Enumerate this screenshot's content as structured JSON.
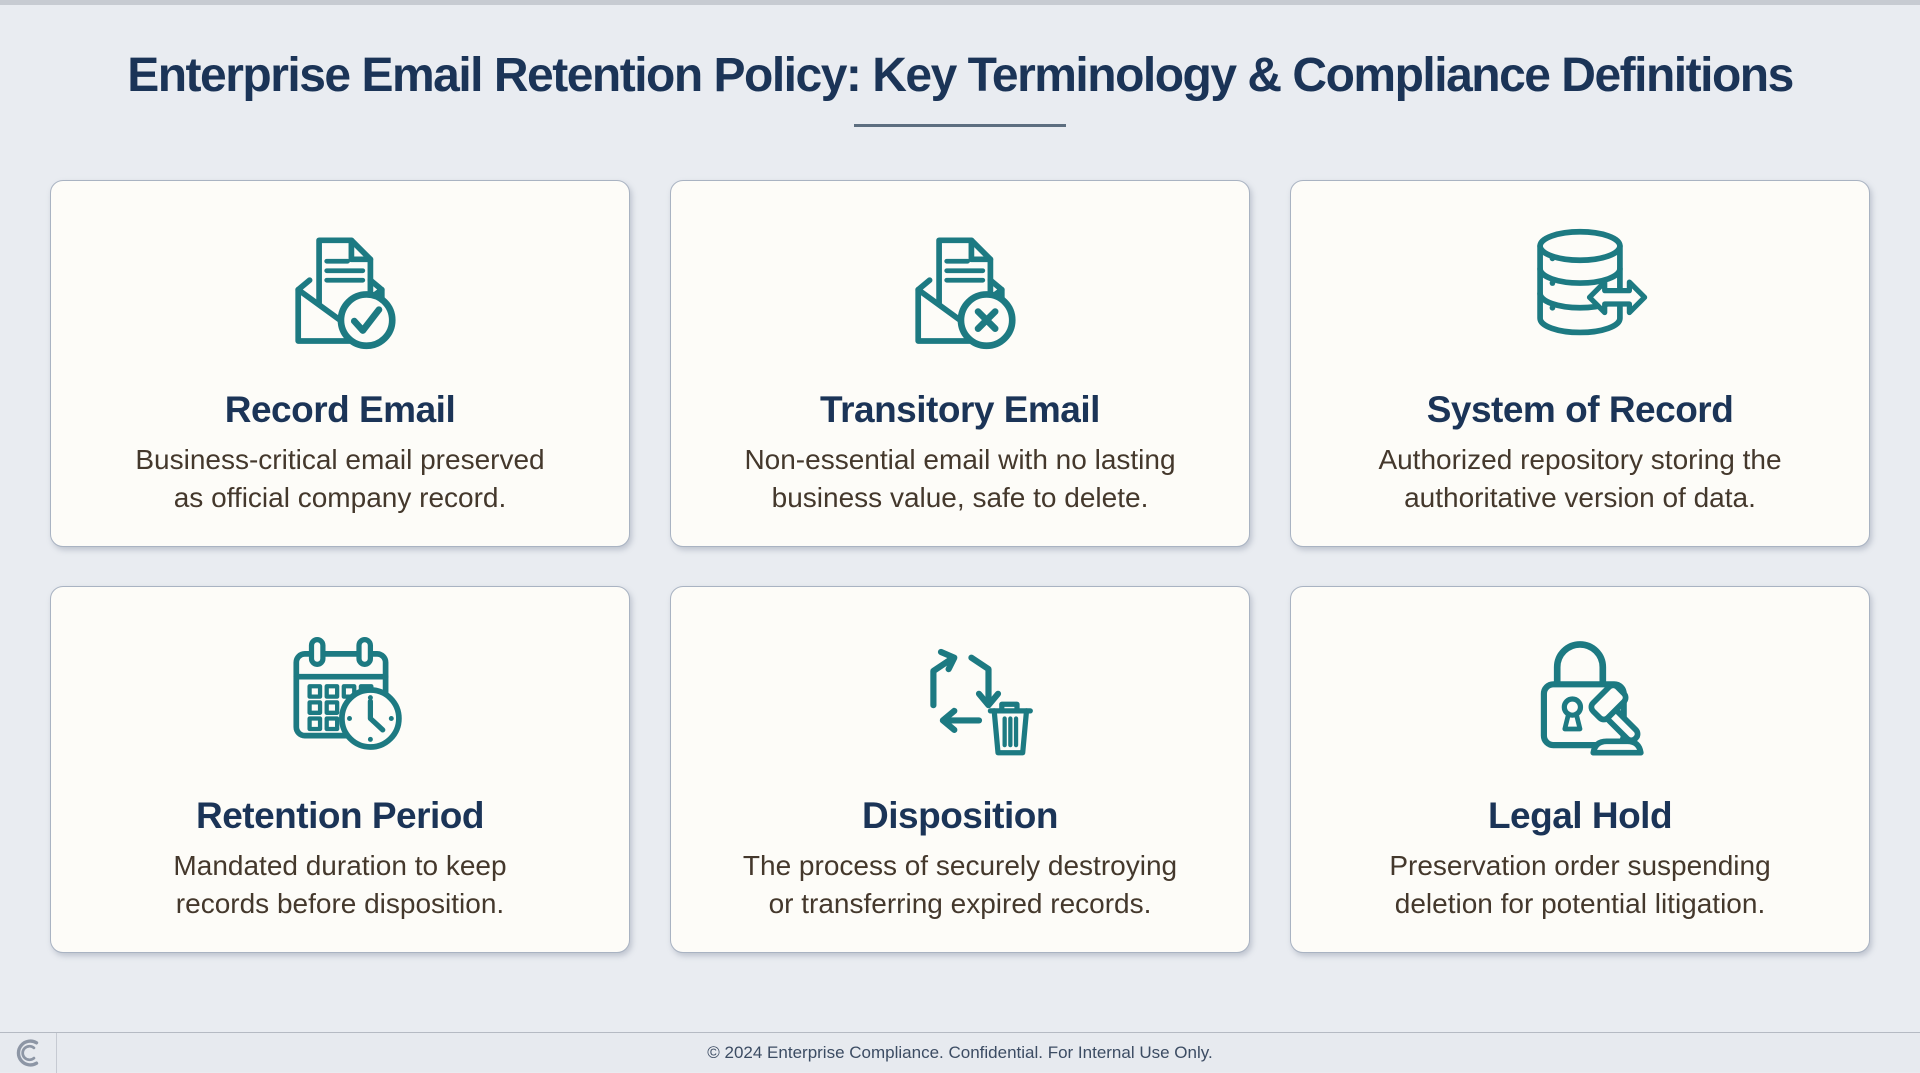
{
  "page": {
    "title": "Enterprise Email Retention Policy: Key Terminology & Compliance Definitions",
    "footer_text": "© 2024 Enterprise Compliance. Confidential. For Internal Use Only.",
    "logo": "copyright-monogram"
  },
  "colors": {
    "background": "#e9ecf1",
    "card_background": "#fdfcf8",
    "card_border": "#a9b3c2",
    "title_navy": "#1b3457",
    "icon_teal": "#1d7a82",
    "description_brown": "#44382c",
    "footer_gray": "#3c4c63"
  },
  "cards": [
    {
      "icon": "record-email-icon",
      "title": "Record Email",
      "description": "Business-critical email preserved\nas official company record."
    },
    {
      "icon": "transitory-email-icon",
      "title": "Transitory Email",
      "description": "Non-essential email with no lasting\nbusiness value, safe to delete."
    },
    {
      "icon": "system-of-record-icon",
      "title": "System of Record",
      "description": "Authorized repository storing the\nauthoritative version of data."
    },
    {
      "icon": "retention-period-icon",
      "title": "Retention Period",
      "description": "Mandated duration to keep\nrecords before disposition."
    },
    {
      "icon": "disposition-icon",
      "title": "Disposition",
      "description": "The process of securely destroying\nor transferring expired records."
    },
    {
      "icon": "legal-hold-icon",
      "title": "Legal Hold",
      "description": "Preservation order suspending\ndeletion for potential litigation."
    }
  ]
}
